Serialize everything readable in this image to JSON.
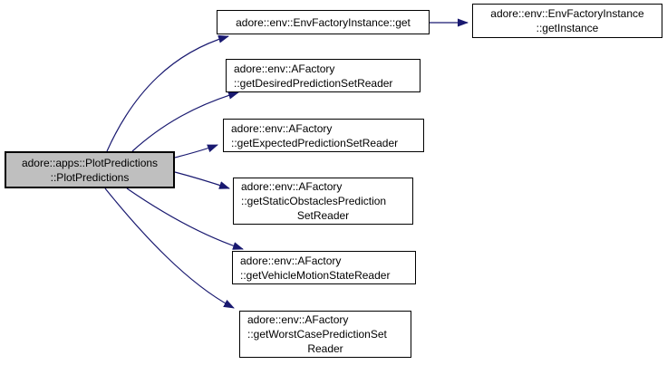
{
  "diagram": {
    "type": "doxygen-call-graph",
    "colors": {
      "background": "#ffffff",
      "edge": "#191970",
      "node_border": "#000000",
      "node_fill": "#ffffff",
      "highlight_fill": "#bfbfbf",
      "text": "#000000"
    },
    "nodes": [
      {
        "id": "plot-predictions",
        "highlighted": true,
        "lines": [
          "adore::apps::PlotPredictions",
          "::PlotPredictions"
        ]
      },
      {
        "id": "env-factory-instance-get",
        "lines": [
          "adore::env::EnvFactoryInstance::get"
        ]
      },
      {
        "id": "get-desired-prediction-set-reader",
        "lines": [
          "adore::env::AFactory",
          "::getDesiredPredictionSetReader"
        ]
      },
      {
        "id": "get-expected-prediction-set-reader",
        "lines": [
          "adore::env::AFactory",
          "::getExpectedPredictionSetReader"
        ]
      },
      {
        "id": "get-static-obstacles-prediction-set-reader",
        "lines": [
          "adore::env::AFactory",
          "::getStaticObstaclesPrediction",
          "SetReader"
        ]
      },
      {
        "id": "get-vehicle-motion-state-reader",
        "lines": [
          "adore::env::AFactory",
          "::getVehicleMotionStateReader"
        ]
      },
      {
        "id": "get-worst-case-prediction-set-reader",
        "lines": [
          "adore::env::AFactory",
          "::getWorstCasePredictionSet",
          "Reader"
        ]
      },
      {
        "id": "env-factory-instance-get-instance",
        "lines": [
          "adore::env::EnvFactoryInstance",
          "::getInstance"
        ]
      }
    ],
    "edges": [
      {
        "from": "plot-predictions",
        "to": "env-factory-instance-get"
      },
      {
        "from": "plot-predictions",
        "to": "get-desired-prediction-set-reader"
      },
      {
        "from": "plot-predictions",
        "to": "get-expected-prediction-set-reader"
      },
      {
        "from": "plot-predictions",
        "to": "get-static-obstacles-prediction-set-reader"
      },
      {
        "from": "plot-predictions",
        "to": "get-vehicle-motion-state-reader"
      },
      {
        "from": "plot-predictions",
        "to": "get-worst-case-prediction-set-reader"
      },
      {
        "from": "env-factory-instance-get",
        "to": "env-factory-instance-get-instance"
      }
    ]
  }
}
